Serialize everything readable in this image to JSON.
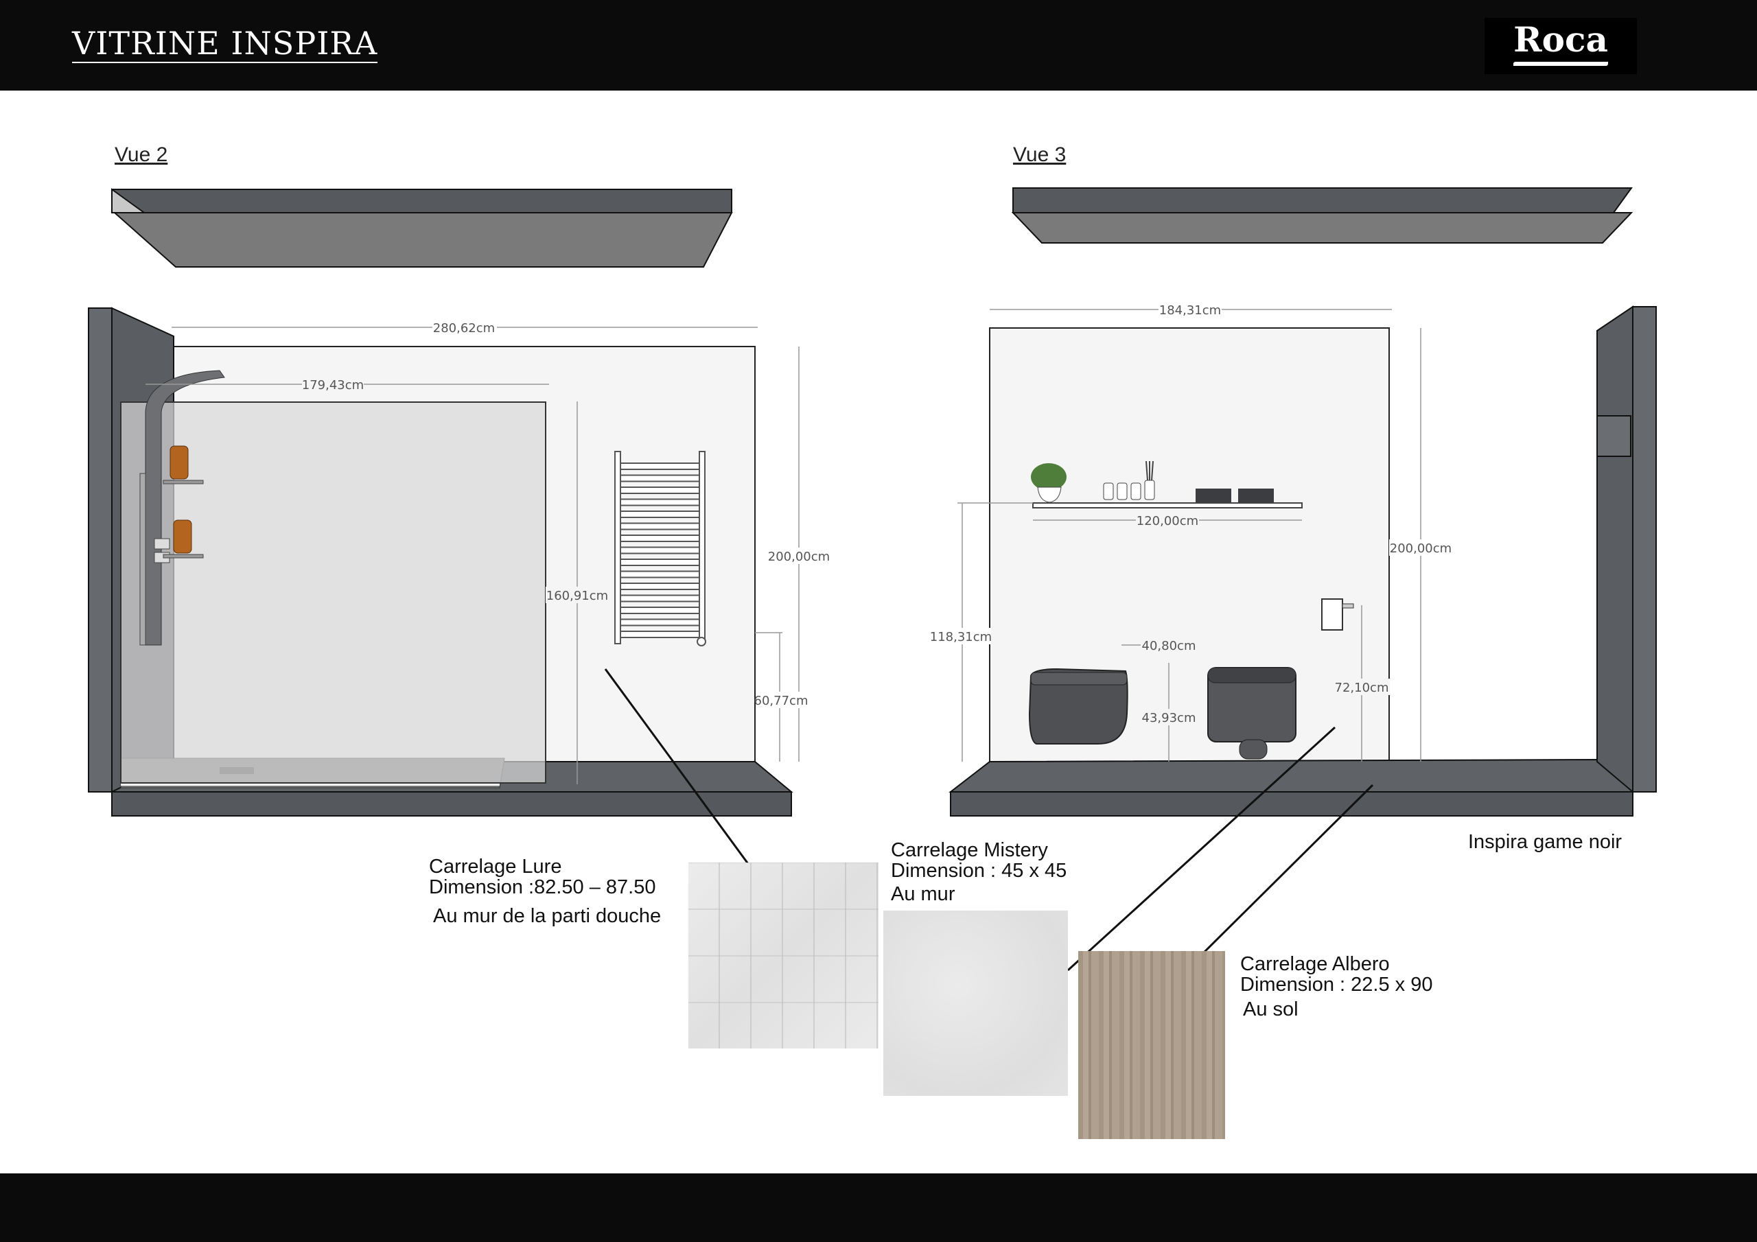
{
  "header": {
    "title": "VITRINE INSPIRA",
    "logo": "Roca"
  },
  "vue2": {
    "label": "Vue 2",
    "dims": {
      "width_total": "280,62cm",
      "glass_width": "179,43cm",
      "glass_height": "160,91cm",
      "wall_height": "200,00cm",
      "rail_height": "60,77cm"
    }
  },
  "vue3": {
    "label": "Vue 3",
    "dims": {
      "wall_width": "184,31cm",
      "shelf_width": "120,00cm",
      "wall_height": "200,00cm",
      "shelf_height": "118,31cm",
      "spacing": "40,80cm",
      "bidet_height": "43,93cm",
      "holder_height": "72,10cm"
    },
    "caption": "Inspira game noir"
  },
  "materials": [
    {
      "name": "Carrelage Lure",
      "dimension": "Dimension :82.50  – 87.50",
      "usage": "Au mur de la parti douche"
    },
    {
      "name": "Carrelage Mistery",
      "dimension": "Dimension : 45 x 45",
      "usage": "Au  mur"
    },
    {
      "name": "Carrelage Albero",
      "dimension": "Dimension : 22.5 x 90",
      "usage": "Au  sol"
    }
  ],
  "colors": {
    "bar": "#0b0b0b",
    "wall_dark": "#5a5d61",
    "slab": "#7a7a7a",
    "wall_light": "#f5f5f5"
  }
}
